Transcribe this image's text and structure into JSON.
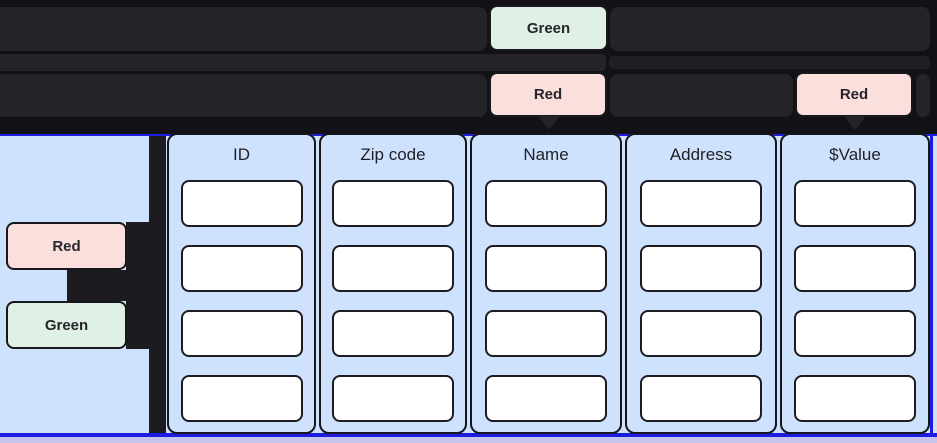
{
  "top_rows": {
    "row1_badge": "Green",
    "row2_badge_left": "Red",
    "row2_badge_right": "Red"
  },
  "side_panel": {
    "red_badge": "Red",
    "green_badge": "Green"
  },
  "table": {
    "rows_per_column": 4,
    "columns": [
      {
        "header": "ID"
      },
      {
        "header": "Zip code"
      },
      {
        "header": "Name"
      },
      {
        "header": "Address"
      },
      {
        "header": "$Value"
      }
    ]
  },
  "colors": {
    "canvas_dark": "#121216",
    "bar_dark": "#232328",
    "green_badge": "#dff0e5",
    "red_badge": "#fbdfdd",
    "panel_blue": "#cfe2fd",
    "selection_blue": "#1d1de0",
    "lavender": "#c6c3ed",
    "slot_white": "#ffffff"
  }
}
